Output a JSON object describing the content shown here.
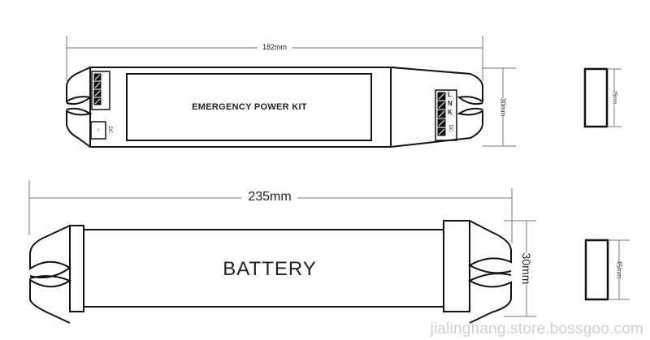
{
  "diagram": {
    "title": "Emergency power kit dimensions",
    "colors": {
      "line": "#111111",
      "dimension_line": "#777777",
      "background": "#ffffff",
      "watermark": "#cfcfcf"
    }
  },
  "power_kit": {
    "label": "EMERGENCY POWER KIT",
    "length_dim": "182mm",
    "height_dim": "30mm",
    "right_terminals": [
      "L",
      "N",
      "K",
      "",
      ""
    ],
    "right_terminal_extra": "DC",
    "left_terminal_count": 4,
    "switch_label": "DC"
  },
  "power_kit_side": {
    "height_dim": "25mm"
  },
  "battery": {
    "label": "BATTERY",
    "length_dim": "235mm",
    "height_dim": "30mm"
  },
  "battery_side": {
    "height_dim": "45mm"
  },
  "watermark": "jialinghang.store.bossgoo.com"
}
